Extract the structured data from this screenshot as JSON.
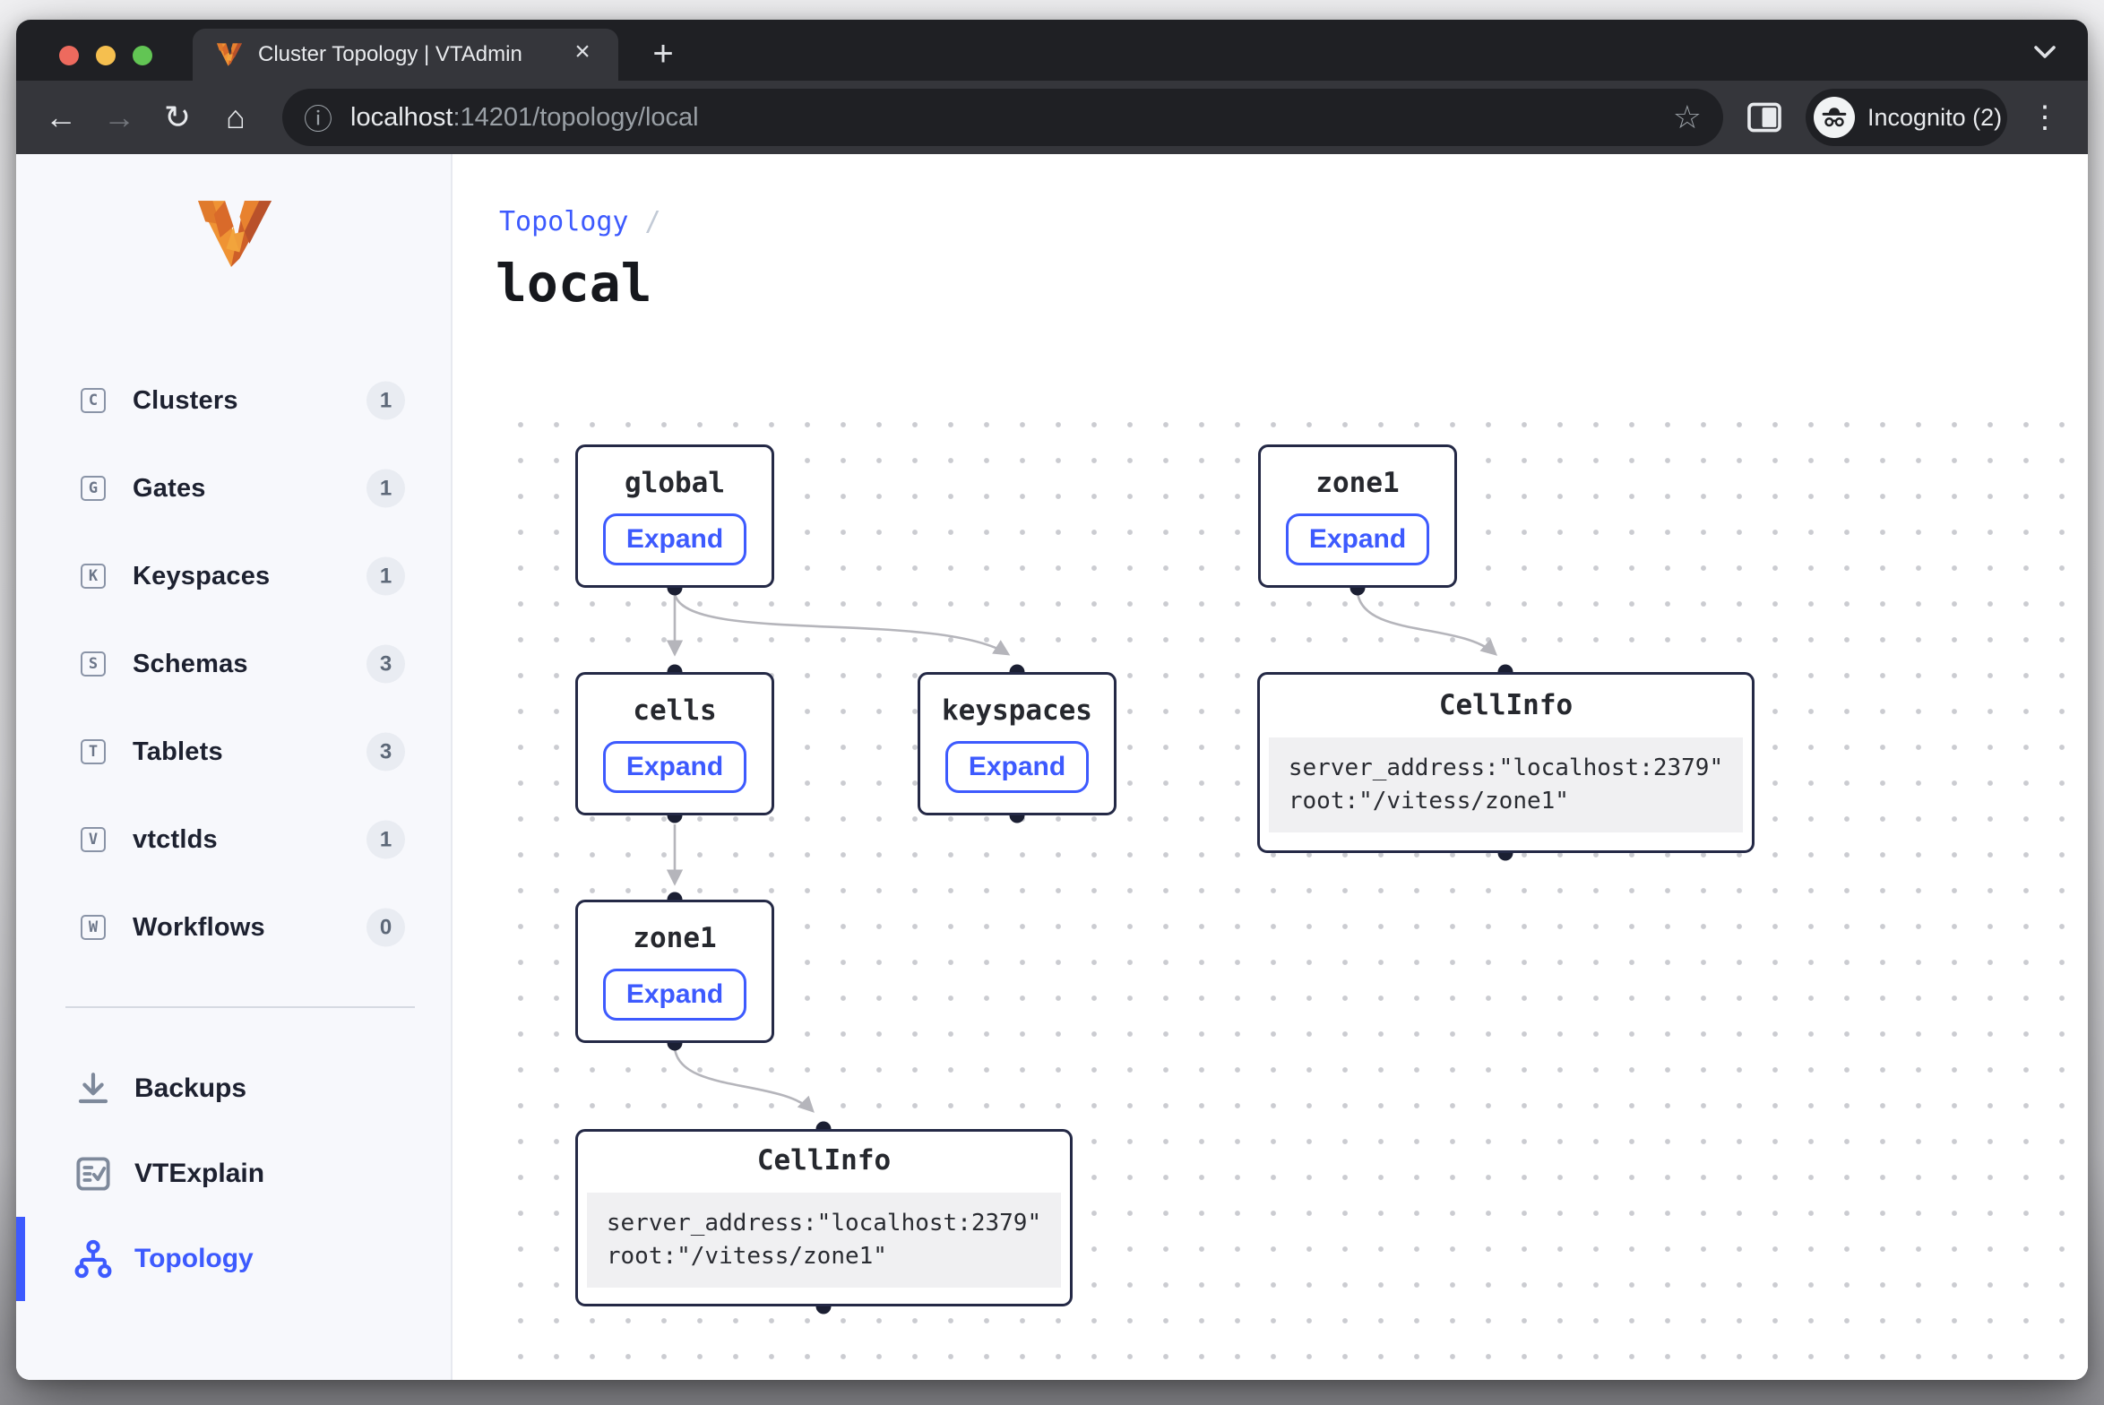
{
  "browser": {
    "tab_title": "Cluster Topology | VTAdmin",
    "close_glyph": "×",
    "newtab_glyph": "+",
    "url_host": "localhost",
    "url_rest": ":14201/topology/local",
    "info_glyph": "ⓘ",
    "back_glyph": "←",
    "forward_glyph": "→",
    "reload_glyph": "↻",
    "home_glyph": "⌂",
    "star_glyph": "☆",
    "menu_glyph": "⋮",
    "incognito_label": "Incognito (2)"
  },
  "sidebar": {
    "items": [
      {
        "letter": "C",
        "label": "Clusters",
        "count": "1"
      },
      {
        "letter": "G",
        "label": "Gates",
        "count": "1"
      },
      {
        "letter": "K",
        "label": "Keyspaces",
        "count": "1"
      },
      {
        "letter": "S",
        "label": "Schemas",
        "count": "3"
      },
      {
        "letter": "T",
        "label": "Tablets",
        "count": "3"
      },
      {
        "letter": "V",
        "label": "vtctlds",
        "count": "1"
      },
      {
        "letter": "W",
        "label": "Workflows",
        "count": "0"
      }
    ],
    "tools": [
      {
        "label": "Backups"
      },
      {
        "label": "VTExplain"
      },
      {
        "label": "Topology"
      }
    ]
  },
  "main": {
    "breadcrumb_label": "Topology",
    "breadcrumb_separator": "/",
    "title": "local"
  },
  "topology": {
    "nodes": [
      {
        "title": "global",
        "button": "Expand"
      },
      {
        "title": "zone1",
        "button": "Expand"
      },
      {
        "title": "cells",
        "button": "Expand"
      },
      {
        "title": "keyspaces",
        "button": "Expand"
      },
      {
        "title": "zone1",
        "button": "Expand"
      },
      {
        "title": "CellInfo",
        "code_line1": "server_address:\"localhost:2379\"",
        "code_line2": "root:\"/vitess/zone1\""
      },
      {
        "title": "CellInfo",
        "code_line1": "server_address:\"localhost:2379\"",
        "code_line2": "root:\"/vitess/zone1\""
      }
    ]
  },
  "colors": {
    "accent": "#3d5afe",
    "node_border": "#242946",
    "edge": "#b5b5bb"
  }
}
